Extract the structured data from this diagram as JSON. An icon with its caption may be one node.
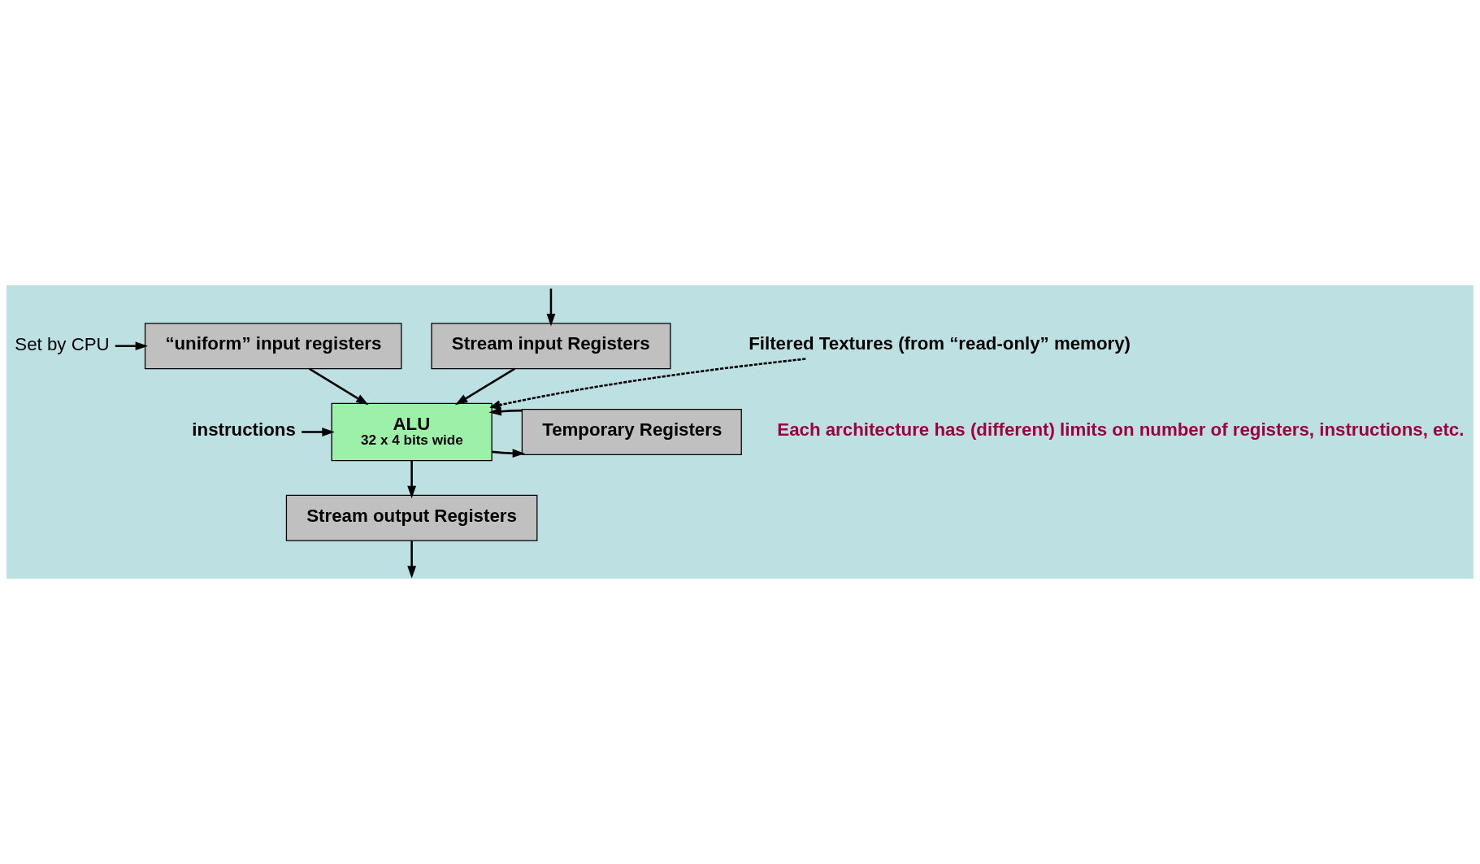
{
  "diagram": {
    "nodes": [
      {
        "text": [
          "Stream input Registers"
        ]
      },
      {
        "text": [
          "“uniform” input registers"
        ]
      },
      {
        "text": [
          "Set by CPU"
        ]
      },
      {
        "text": [
          "instructions"
        ]
      },
      {
        "text": [
          "ALU",
          "32 x 4 bits wide"
        ]
      },
      {
        "text": [
          "Temporary Registers"
        ]
      },
      {
        "text": [
          "Filtered Textures (from “read-only” memory)"
        ]
      },
      {
        "text": [
          "Stream output Registers"
        ]
      }
    ],
    "edges": [
      {
        "from": null,
        "to": 0,
        "arrow": "to"
      },
      {
        "from": 0,
        "to": 4,
        "arrow": "to"
      },
      {
        "from": 1,
        "to": 4,
        "arrow": "to"
      },
      {
        "from": 2,
        "to": 1,
        "arrow": "to"
      },
      {
        "from": 3,
        "to": 4,
        "arrow": "to"
      },
      {
        "from": 4,
        "to": 5,
        "arrow": "to"
      },
      {
        "from": 5,
        "to": 4,
        "arrow": "to"
      },
      {
        "from": 6,
        "to": 4,
        "arrow": "to",
        "style": "dashed"
      },
      {
        "from": 4,
        "to": 7,
        "arrow": "to"
      },
      {
        "from": 7,
        "to": null,
        "arrow": "to"
      }
    ],
    "labels": [
      "Each architecture has (different) limits on number of registers, instructions, etc."
    ]
  }
}
